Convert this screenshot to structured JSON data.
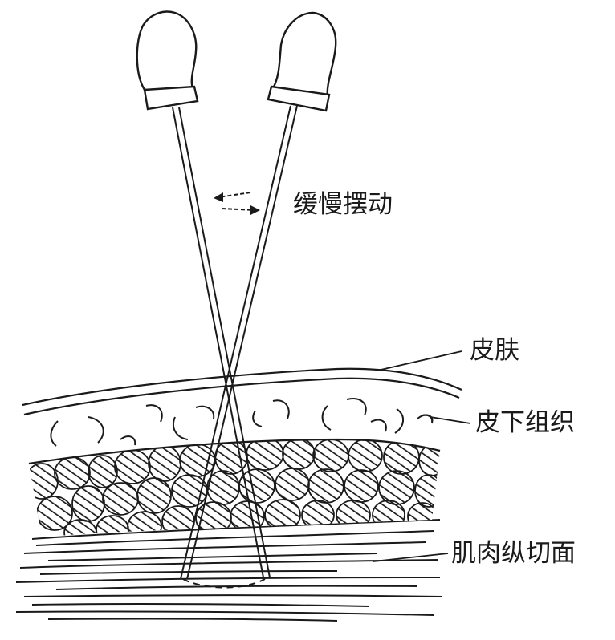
{
  "labels": {
    "swing": "缓慢摆动",
    "skin": "皮肤",
    "subcutaneous": "皮下组织",
    "muscle_section": "肌肉纵切面"
  },
  "colors": {
    "ink": "#1a1a1a",
    "paper": "#ffffff"
  }
}
